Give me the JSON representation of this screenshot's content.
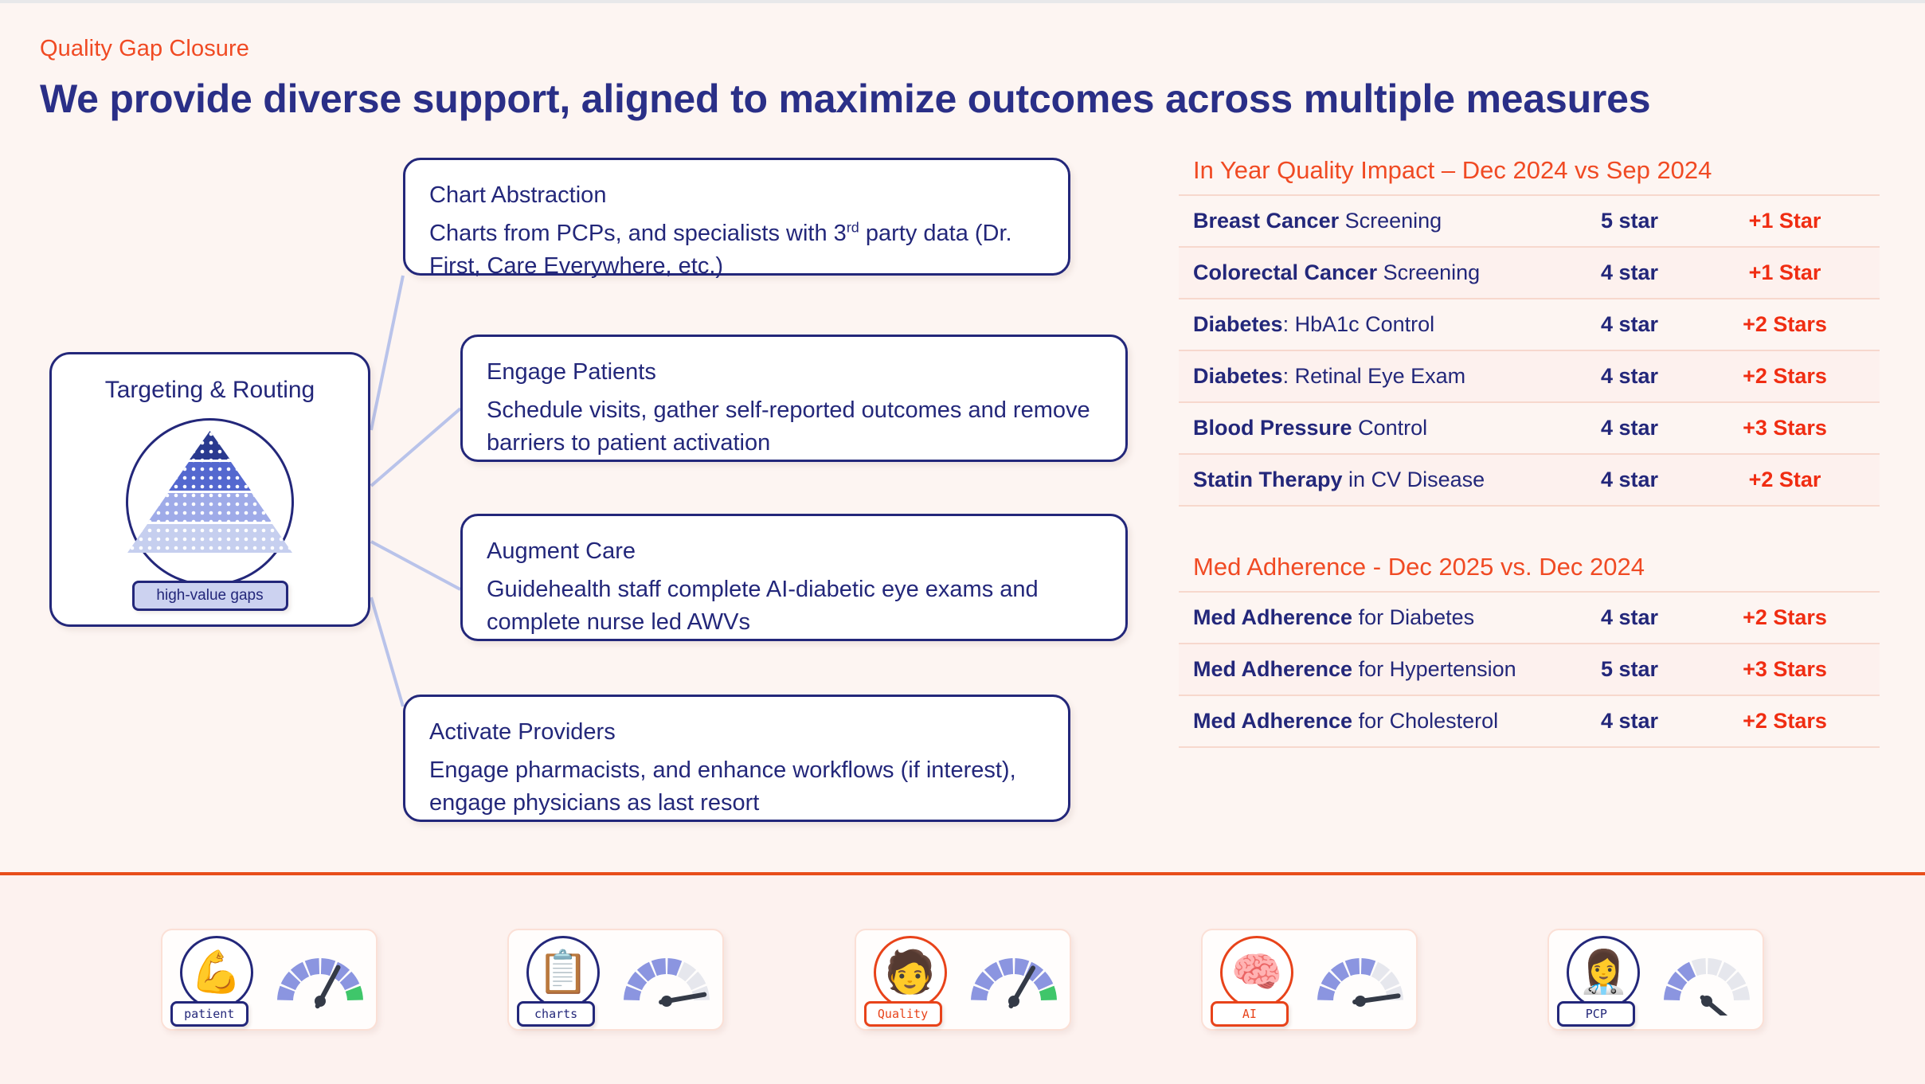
{
  "header": {
    "eyebrow": "Quality Gap Closure",
    "headline": "We provide diverse support, aligned to maximize outcomes across multiple measures"
  },
  "diagram": {
    "hub": {
      "title": "Targeting & Routing",
      "pill_label": "high-value gaps",
      "icon": "pyramid-icon",
      "pyramid_tiers": [
        "#2a3a8f",
        "#5468cf",
        "#9fabe8",
        "#c6cfef"
      ]
    },
    "nodes": [
      {
        "id": "chart-abstraction",
        "title": "Chart Abstraction",
        "desc_pre": "Charts from PCPs, and specialists with 3",
        "desc_sup": "rd",
        "desc_post": " party data (Dr. First, Care Everywhere, etc.)"
      },
      {
        "id": "engage-patients",
        "title": "Engage Patients",
        "desc": "Schedule visits, gather self-reported outcomes and remove barriers to patient activation"
      },
      {
        "id": "augment-care",
        "title": "Augment Care",
        "desc": "Guidehealth staff complete AI-diabetic eye exams and complete nurse led AWVs"
      },
      {
        "id": "activate-providers",
        "title": "Activate Providers",
        "desc": "Engage pharmacists, and enhance workflows (if interest), engage physicians as last resort"
      }
    ]
  },
  "right_panel": {
    "sections": [
      {
        "title": "In Year Quality Impact – Dec 2024 vs Sep 2024",
        "rows": [
          {
            "bold": "Breast Cancer",
            "rest": " Screening",
            "star": "5 star",
            "delta": "+1 Star"
          },
          {
            "bold": "Colorectal Cancer",
            "rest": " Screening",
            "star": "4 star",
            "delta": "+1 Star"
          },
          {
            "bold": "Diabetes",
            "rest": ": HbA1c Control",
            "star": "4 star",
            "delta": "+2 Stars"
          },
          {
            "bold": "Diabetes",
            "rest": ": Retinal Eye Exam",
            "star": "4 star",
            "delta": "+2 Stars"
          },
          {
            "bold": "Blood Pressure",
            "rest": " Control",
            "star": "4 star",
            "delta": "+3 Stars"
          },
          {
            "bold": "Statin Therapy",
            "rest": " in CV Disease",
            "star": "4 star",
            "delta": "+2 Star"
          }
        ]
      },
      {
        "title": "Med Adherence - Dec 2025 vs. Dec 2024",
        "rows": [
          {
            "bold": "Med Adherence",
            "rest": " for Diabetes",
            "star": "4 star",
            "delta": "+2 Stars"
          },
          {
            "bold": "Med Adherence",
            "rest": " for Hypertension",
            "star": "5 star",
            "delta": "+3 Stars"
          },
          {
            "bold": "Med Adherence",
            "rest": " for Cholesterol",
            "star": "4 star",
            "delta": "+2 Stars"
          }
        ]
      }
    ]
  },
  "bottom_cards": [
    {
      "label": "patient",
      "icon": "person-flexing-icon",
      "glyph": "💪",
      "accent": false,
      "gauge": {
        "filled": 8,
        "total": 8,
        "last_green": true,
        "needle_deg": 62
      }
    },
    {
      "label": "charts",
      "icon": "clipboard-medical-icon",
      "glyph": "📋",
      "accent": false,
      "gauge": {
        "filled": 5,
        "total": 8,
        "last_green": false,
        "needle_deg": 10
      }
    },
    {
      "label": "Quality",
      "icon": "person-clinician-icon",
      "glyph": "🧑",
      "accent": true,
      "gauge": {
        "filled": 8,
        "total": 8,
        "last_green": true,
        "needle_deg": 60
      }
    },
    {
      "label": "AI",
      "icon": "brain-icon",
      "glyph": "🧠",
      "accent": true,
      "gauge": {
        "filled": 5,
        "total": 8,
        "last_green": false,
        "needle_deg": 8
      }
    },
    {
      "label": "PCP",
      "icon": "doctor-icon",
      "glyph": "👩‍⚕️",
      "accent": false,
      "gauge": {
        "filled": 3,
        "total": 8,
        "last_green": false,
        "needle_deg": -40
      }
    }
  ],
  "colors": {
    "background": "#fdf5f2",
    "navy": "#23277a",
    "orange": "#f04a23",
    "red": "#f02d12",
    "connector": "#b9c3ea",
    "green": "#3fc66a",
    "gauge_blue": "#8b95e0",
    "gauge_gray": "#e6e7ed"
  }
}
